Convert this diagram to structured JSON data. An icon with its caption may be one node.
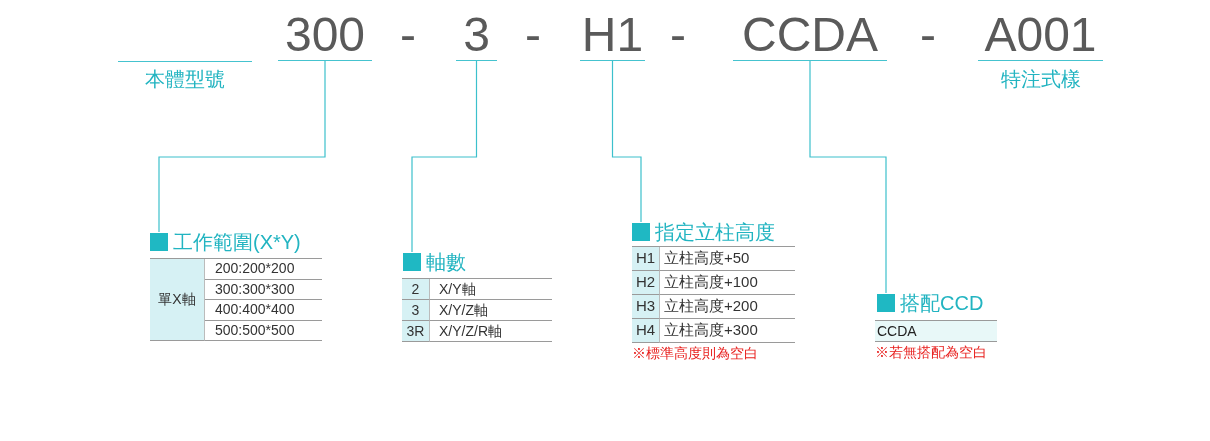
{
  "diagram": {
    "nodes": [
      {
        "text": [
          "300"
        ]
      },
      {
        "text": [
          "3"
        ]
      },
      {
        "text": [
          "H1"
        ]
      },
      {
        "text": [
          "CCDA"
        ]
      },
      {
        "text": [
          "工作範圍(X*Y)"
        ]
      },
      {
        "text": [
          "軸數"
        ]
      },
      {
        "text": [
          "指定立柱高度"
        ]
      },
      {
        "text": [
          "搭配CCD"
        ]
      }
    ],
    "edges": [
      {
        "from": 0,
        "to": 4,
        "arrow": "none"
      },
      {
        "from": 1,
        "to": 5,
        "arrow": "none"
      },
      {
        "from": 2,
        "to": 6,
        "arrow": "none"
      },
      {
        "from": 3,
        "to": 7,
        "arrow": "none"
      }
    ],
    "labels": [
      "-",
      "-",
      "-",
      "-",
      "A001",
      "本體型號",
      "特注式樣",
      "單X軸",
      "200:200*200",
      "300:300*300",
      "400:400*400",
      "500:500*500",
      "2",
      "X/Y軸",
      "3",
      "X/Y/Z軸",
      "3R",
      "X/Y/Z/R軸",
      "H1",
      "立柱高度+50",
      "H2",
      "立柱高度+100",
      "H3",
      "立柱高度+200",
      "H4",
      "立柱高度+300",
      "※標準高度則為空白",
      "CCDA",
      "※若無搭配為空白"
    ]
  }
}
